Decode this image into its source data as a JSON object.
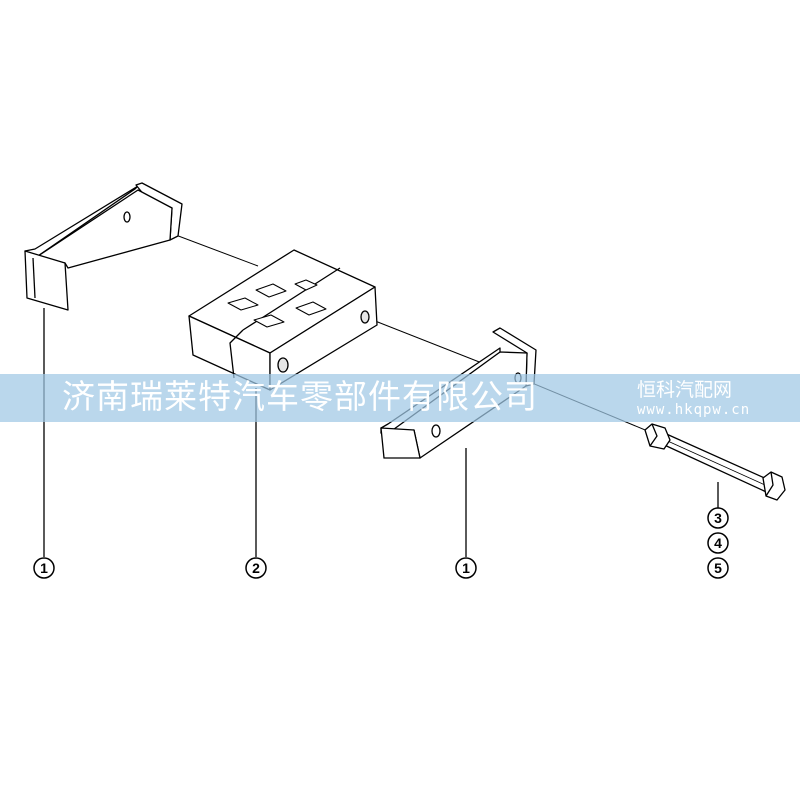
{
  "watermark": {
    "company": "济南瑞莱特汽车零部件有限公司",
    "site_name": "恒科汽配网",
    "site_url": "www.hkqpw.cn"
  },
  "callouts": {
    "left_bracket": "1",
    "block": "2",
    "right_bracket": "1",
    "bolt_item_a": "3",
    "bolt_item_b": "4",
    "bolt_item_c": "5"
  },
  "colors": {
    "line": "#000000",
    "part_fill": "#ffffff",
    "part_shade": "#e6e6e6",
    "watermark_band": "#a0c8e4",
    "watermark_text": "#ffffff"
  }
}
